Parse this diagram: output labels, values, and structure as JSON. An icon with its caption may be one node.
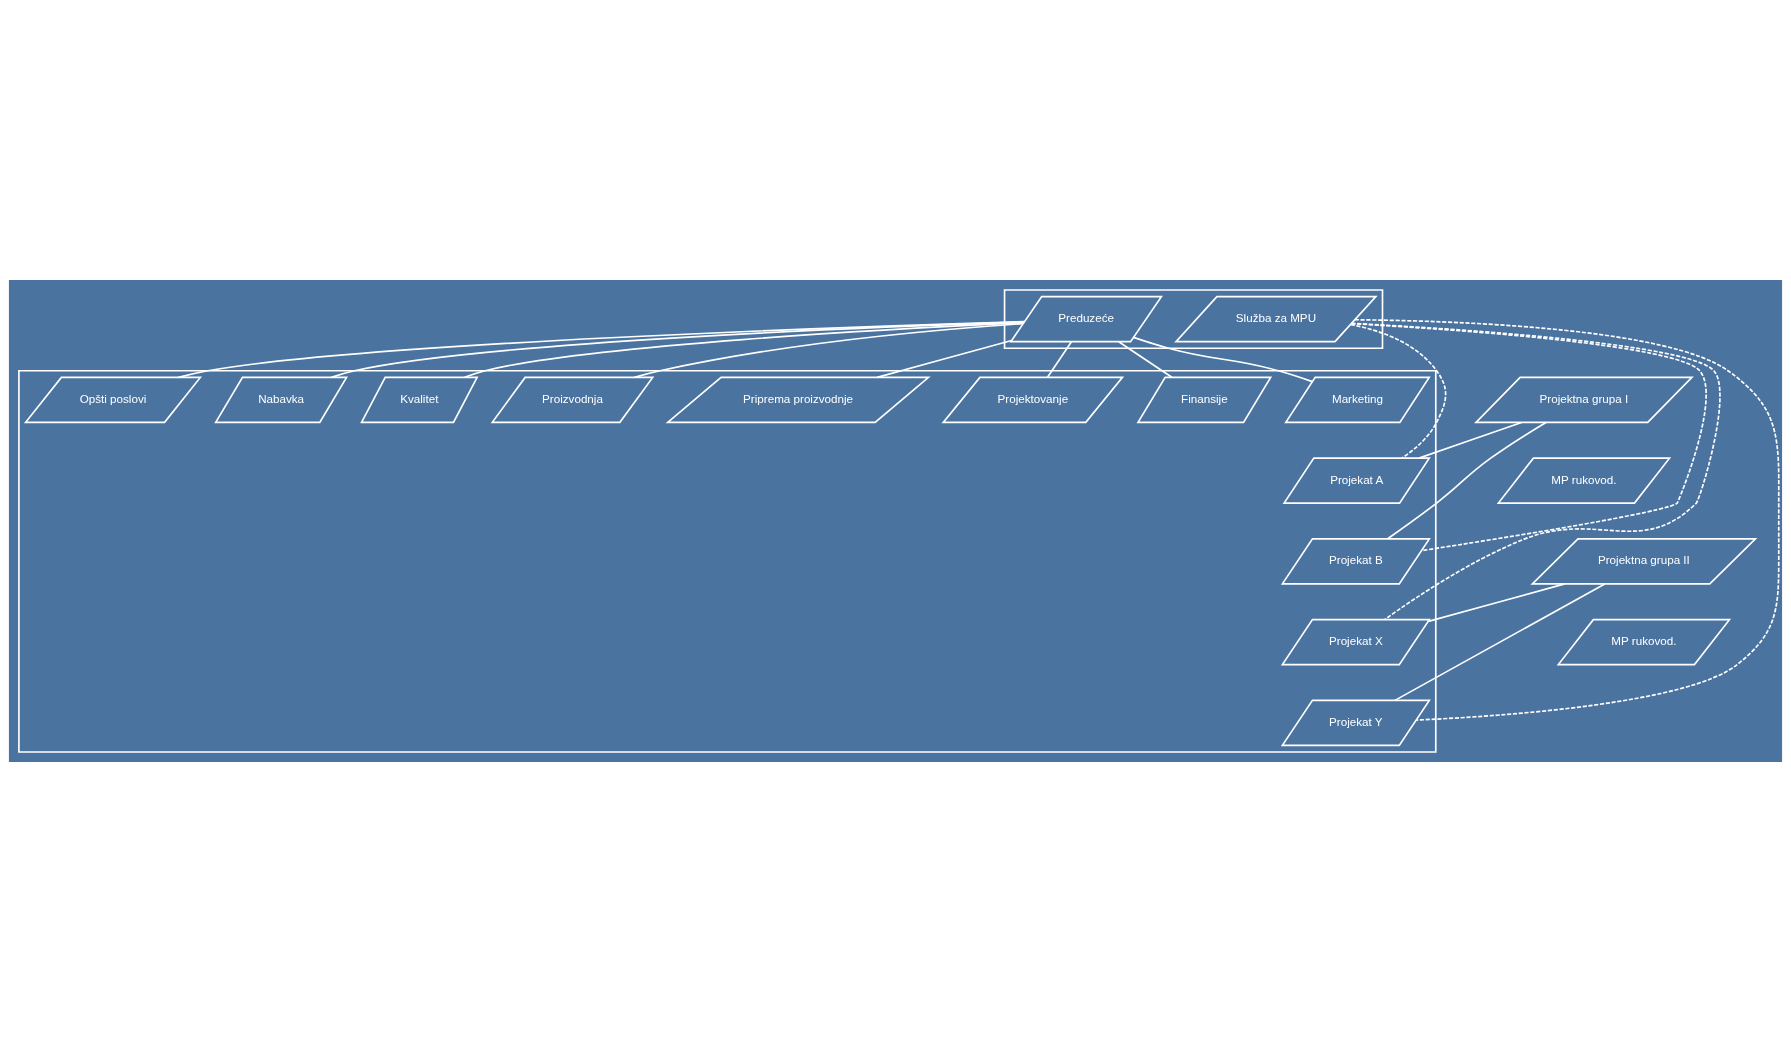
{
  "diagram": {
    "nodes": [
      {
        "text": [],
        "shape": "parallelogram"
      },
      {
        "text": [
          "Preduzeće"
        ],
        "in": 0
      },
      {
        "text": [
          "Služba za MPU"
        ],
        "in": 0
      },
      {
        "text": [],
        "shape": "parallelogram"
      },
      {
        "text": [
          "Marketing"
        ],
        "in": 3
      },
      {
        "text": [
          "Finansije"
        ],
        "in": 3
      },
      {
        "text": [
          "Projektovanje"
        ],
        "in": 3
      },
      {
        "text": [
          "Priprema proizvodnje"
        ],
        "in": 3
      },
      {
        "text": [
          "Proizvodnja"
        ],
        "in": 3
      },
      {
        "text": [
          "Kvalitet"
        ],
        "in": 3
      },
      {
        "text": [
          "Nabavka"
        ],
        "in": 3
      },
      {
        "text": [
          "Opšti poslovi"
        ],
        "in": 3
      },
      {
        "text": [
          "Projekat A"
        ],
        "in": 3
      },
      {
        "text": [
          "Projektna grupa I"
        ]
      },
      {
        "text": [
          "MP rukovod."
        ]
      },
      {
        "text": [
          "Projekat B"
        ],
        "in": 3
      },
      {
        "text": [
          "Projekat X"
        ],
        "in": 3
      },
      {
        "text": [
          "Projektna grupa II"
        ]
      },
      {
        "text": [
          "MP rukovod."
        ]
      },
      {
        "text": [
          "Projekat Y"
        ],
        "in": 3
      }
    ],
    "edges": [
      {
        "from": 1,
        "to": 4,
        "arrow": "none"
      },
      {
        "from": 1,
        "to": 5,
        "arrow": "none"
      },
      {
        "from": 1,
        "to": 6,
        "arrow": "none"
      },
      {
        "from": 1,
        "to": 7,
        "arrow": "none"
      },
      {
        "from": 1,
        "to": 8,
        "arrow": "none"
      },
      {
        "from": 1,
        "to": 9,
        "arrow": "none"
      },
      {
        "from": 1,
        "to": 10,
        "arrow": "none"
      },
      {
        "from": 1,
        "to": 11,
        "arrow": "none"
      },
      {
        "from": 2,
        "to": 12,
        "arrow": "none",
        "style": "dashed"
      },
      {
        "from": 2,
        "to": 15,
        "arrow": "none",
        "style": "dashed"
      },
      {
        "from": 2,
        "to": 16,
        "arrow": "none",
        "style": "dashed"
      },
      {
        "from": 2,
        "to": 19,
        "arrow": "none",
        "style": "dashed"
      },
      {
        "from": 13,
        "to": 12,
        "arrow": "none"
      },
      {
        "from": 13,
        "to": 15,
        "arrow": "none"
      },
      {
        "from": 17,
        "to": 16,
        "arrow": "none"
      },
      {
        "from": 17,
        "to": 19,
        "arrow": "none"
      }
    ]
  }
}
